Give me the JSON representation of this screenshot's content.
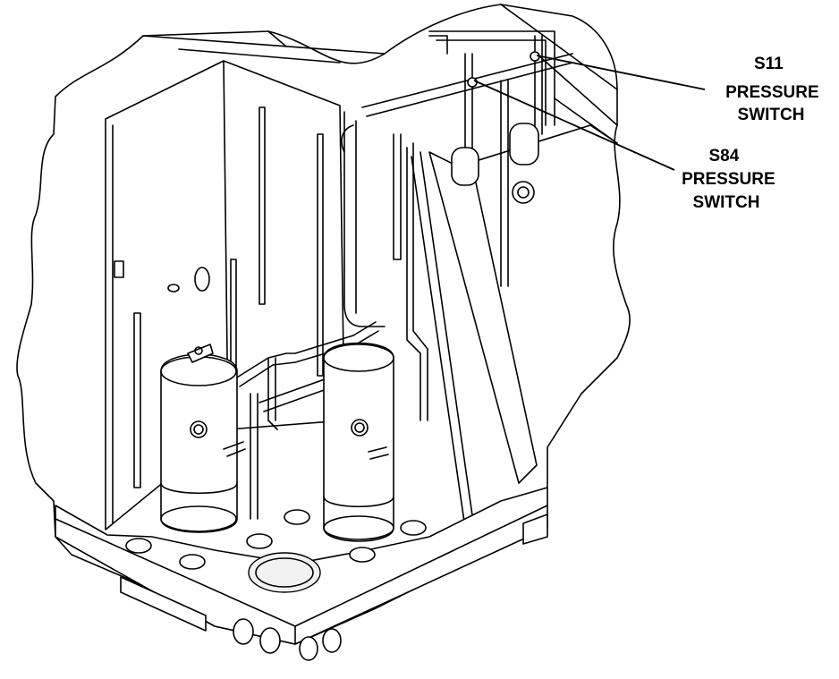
{
  "callouts": [
    {
      "id": "s11",
      "lines": [
        "S11",
        "PRESSURE",
        "SWITCH"
      ]
    },
    {
      "id": "s84",
      "lines": [
        "S84",
        "PRESSURE",
        "SWITCH"
      ]
    }
  ],
  "colors": {
    "stroke": "#000000",
    "background": "#ffffff",
    "panel": "#f2f2f2"
  }
}
